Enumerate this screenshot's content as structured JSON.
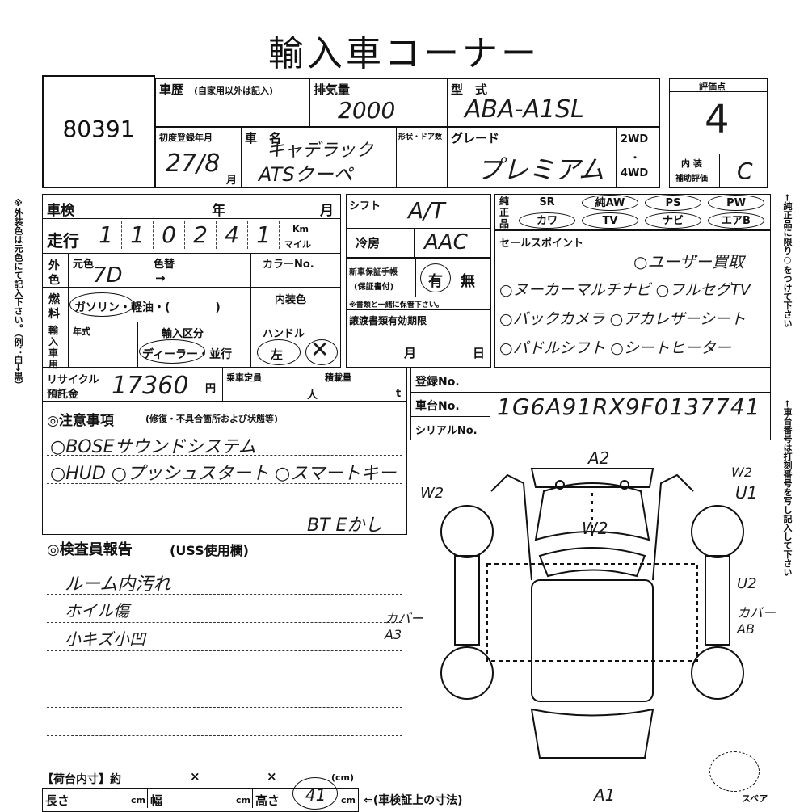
{
  "title": "輸入車コーナー",
  "lot_number": "80391",
  "header": {
    "history_label": "車歴",
    "history_note": "(自家用以外は記入)",
    "displacement_label": "排気量",
    "displacement_value": "2000",
    "model_label": "型　式",
    "model_value": "ABA-A1SL",
    "score_label": "評価点",
    "score_value": "4",
    "interior_label_1": "内 装",
    "interior_label_2": "補助評価",
    "interior_value": "C",
    "first_reg_label": "初度登録年月",
    "first_reg_value": "27/8",
    "month_suffix": "月",
    "car_name_label": "車　名",
    "car_name_line1": "キャデラック",
    "car_name_line2": "ATSクーペ",
    "shape_label": "形状・ドア数",
    "grade_label": "グレード",
    "grade_value": "プレミアム",
    "drive_2wd": "2WD",
    "drive_dot": "・",
    "drive_4wd": "4WD"
  },
  "left": {
    "inspection_label": "車検",
    "year_label": "年",
    "month_label": "月",
    "mileage_label": "走行",
    "mileage_digits": [
      "1",
      "1",
      "0",
      "2",
      "4",
      "1"
    ],
    "km_label": "Km",
    "mile_label": "マイル",
    "exterior_label": "外色",
    "original_color_label": "元色",
    "repaint_label": "色替",
    "color_no_label": "カラーNo.",
    "original_color_value": "7D",
    "arrow": "→",
    "fuel_label": "燃料",
    "fuel_options": "ガソリン・軽油・(　　　　)",
    "interior_color_label": "内装色",
    "import_label": "輸入車用",
    "model_year_label": "年式",
    "import_class_label": "輸入区分",
    "import_class_value": "ディーラー・並行",
    "handle_label": "ハンドル",
    "handle_left": "左",
    "recycle_label_1": "リサイクル",
    "recycle_label_2": "預託金",
    "recycle_value": "17360",
    "yen": "円",
    "capacity_label": "乗車定員",
    "person_unit": "人",
    "load_label": "積載量",
    "ton_unit": "t"
  },
  "mid": {
    "shift_label": "シフト",
    "shift_value": "A/T",
    "ac_label": "冷房",
    "ac_value": "AAC",
    "manual_label_1": "新車保証手帳",
    "manual_label_2": "(保証書付)",
    "manual_yes": "有",
    "manual_no": "無",
    "manual_note": "※書類と一緒に保管下さい。",
    "transfer_label": "譲渡書類有効期限",
    "month": "月",
    "day": "日"
  },
  "equipment": {
    "label": "純正品",
    "items": [
      "SR",
      "純AW",
      "PS",
      "PW",
      "カワ",
      "TV",
      "ナビ",
      "エアB"
    ]
  },
  "sales_points": {
    "label": "セールスポイント",
    "lines": [
      "○ユーザー買取",
      "○ヌーカーマルチナビ ○フルセグTV",
      "○バックカメラ ○アカレザーシート",
      "○パドルシフト ○シートヒーター"
    ]
  },
  "registration": {
    "reg_no_label": "登録No.",
    "chassis_label": "車台No.",
    "chassis_value": "1G6A91RX9F0137741",
    "serial_label": "シリアルNo."
  },
  "notes": {
    "label": "◎注意事項",
    "sub_label": "(修復・不具合箇所および状態等)",
    "lines": [
      "○BOSEサウンドシステム",
      "○HUD ○プッシュスタート ○スマートキー",
      "BT Eかし"
    ]
  },
  "inspector": {
    "label": "◎検査員報告",
    "sub_label": "(USS使用欄)",
    "lines": [
      "ルーム内汚れ",
      "ホイル傷",
      "小キズ小凹"
    ]
  },
  "diagram": {
    "marks": [
      "A2",
      "W2",
      "U1",
      "W2",
      "W2",
      "U2",
      "カバー A3",
      "カバー AB",
      "A1"
    ],
    "spare_label": "スペア"
  },
  "cargo": {
    "label": "【荷台内寸】約",
    "x1": "×",
    "x2": "×",
    "cm": "(cm)",
    "length_label": "長さ",
    "width_label": "幅",
    "height_label": "高さ",
    "unit_cm": "cm",
    "height_value": "41",
    "cert_note": "⇐(車検証上の寸法)"
  },
  "side_notes": {
    "left": "※外装色は元色にて記入下さい。（例：白→黒）",
    "right_top": "←純正品に限り○をつけて下さい",
    "right_bottom": "←車台番号は打刻番号を写し記入して下さい"
  }
}
